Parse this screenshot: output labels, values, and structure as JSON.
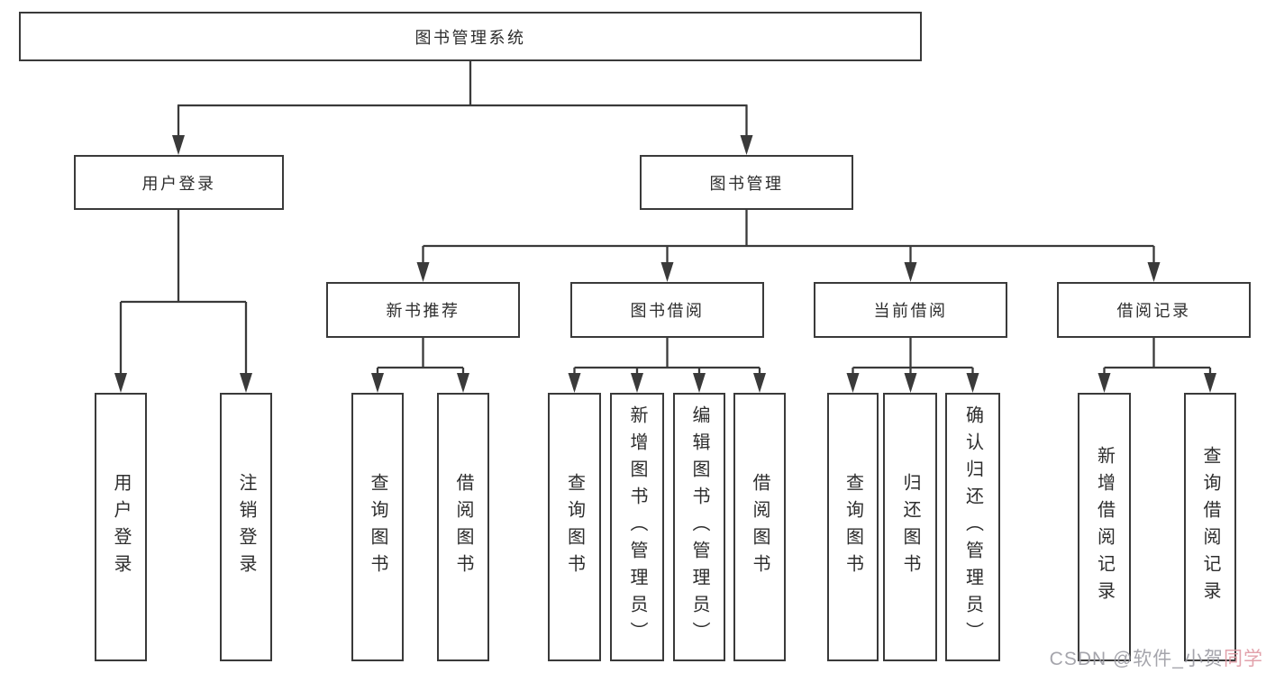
{
  "diagram": {
    "root": {
      "label": "图书管理系统"
    },
    "level2": [
      "用户登录",
      "图书管理"
    ],
    "level3": [
      "新书推荐",
      "图书借阅",
      "当前借阅",
      "借阅记录"
    ],
    "leaves": {
      "user_login": [
        "用户登录",
        "注销登录"
      ],
      "new_book": [
        "查询图书",
        "借阅图书"
      ],
      "book_borrow": [
        "查询图书",
        "新增图书（管理员）",
        "编辑图书（管理员）",
        "借阅图书"
      ],
      "current_borrow": [
        "查询图书",
        "归还图书",
        "确认归还（管理员）"
      ],
      "borrow_record": [
        "新增借阅记录",
        "查询借阅记录"
      ]
    }
  },
  "watermark": {
    "prefix": "CSDN @软件_小贺",
    "suffix": "同学"
  },
  "colors": {
    "line": "#3a3a3a",
    "box_border": "#3a3a3a",
    "text": "#2d2d2d",
    "background": "#ffffff",
    "watermark_gray": "#9898a0",
    "watermark_pink": "#df9aa4"
  }
}
